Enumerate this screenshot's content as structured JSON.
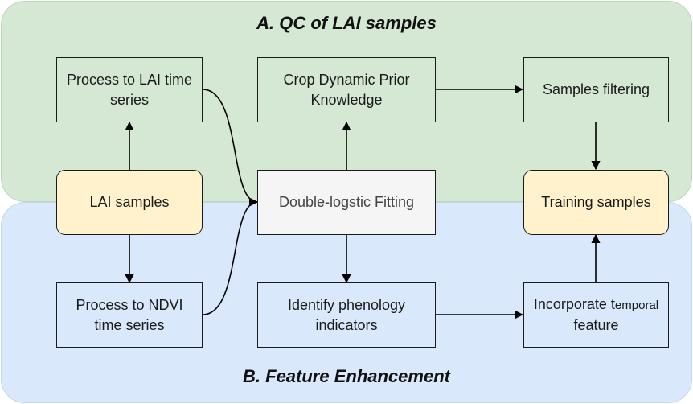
{
  "panels": {
    "qc_title": "A. QC of LAI samples",
    "feature_title": "B. Feature Enhancement"
  },
  "nodes": {
    "process_lai": "Process to LAI time series",
    "lai_samples": "LAI samples",
    "process_ndvi": "Process to NDVI time series",
    "crop_prior": "Crop Dynamic Prior Knowledge",
    "double_logistic": "Double-logstic Fitting",
    "phenology": "Identify phenology indicators",
    "samples_filtering": "Samples filtering",
    "training_samples": "Training samples",
    "incorporate_prefix": "Incorporate t",
    "incorporate_small": "emporal",
    "incorporate_suffix": "feature"
  },
  "colors": {
    "panel_a_fill": "#d5e8d4",
    "panel_b_fill": "#dae8fc",
    "highlight_fill": "#fff2cc",
    "fitting_fill": "#f5f5f5",
    "stroke": "#1a1a1a"
  },
  "edges": [
    [
      "lai_samples",
      "process_lai"
    ],
    [
      "lai_samples",
      "process_ndvi"
    ],
    [
      "process_lai",
      "double_logistic"
    ],
    [
      "process_ndvi",
      "double_logistic"
    ],
    [
      "double_logistic",
      "crop_prior"
    ],
    [
      "double_logistic",
      "phenology"
    ],
    [
      "crop_prior",
      "samples_filtering"
    ],
    [
      "samples_filtering",
      "training_samples"
    ],
    [
      "phenology",
      "incorporate_feature"
    ],
    [
      "incorporate_feature",
      "training_samples"
    ]
  ]
}
